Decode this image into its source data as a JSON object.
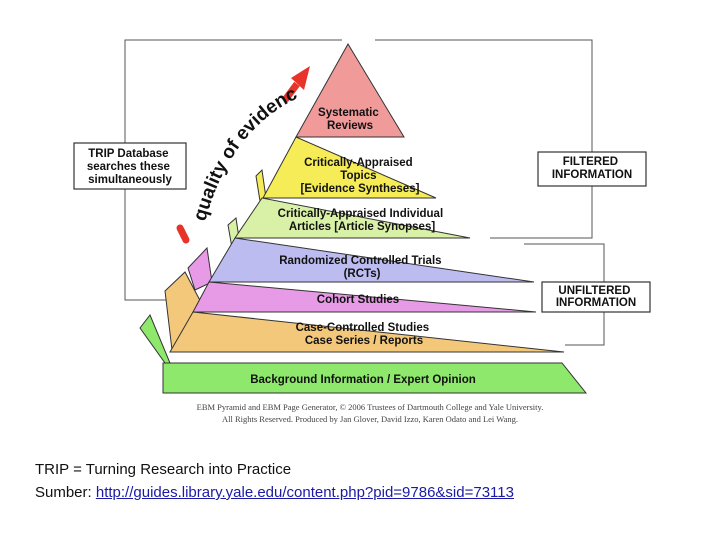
{
  "pyramid": {
    "levels": [
      {
        "id": "systematic",
        "lines": [
          "Systematic",
          "Reviews"
        ],
        "color": "#f09a9a"
      },
      {
        "id": "cat",
        "lines": [
          "Critically-Appraised",
          "Topics",
          "[Evidence Syntheses]"
        ],
        "color": "#f6ec57"
      },
      {
        "id": "cai",
        "lines": [
          "Critically-Appraised Individual",
          "Articles [Article Synopses]"
        ],
        "color": "#d9f0a7"
      },
      {
        "id": "rct",
        "lines": [
          "Randomized Controlled Trials",
          "(RCTs)"
        ],
        "color": "#bcbcf0"
      },
      {
        "id": "cohort",
        "lines": [
          "Cohort Studies"
        ],
        "color": "#e79be6"
      },
      {
        "id": "casecontrol",
        "lines": [
          "Case-Controlled Studies",
          "Case Series / Reports"
        ],
        "color": "#f3c87a"
      },
      {
        "id": "background",
        "lines": [
          "Background Information / Expert Opinion"
        ],
        "color": "#8ee86c"
      }
    ]
  },
  "labels": {
    "trip_box": [
      "TRIP Database",
      "searches these",
      "simultaneously"
    ],
    "filtered": [
      "FILTERED",
      "INFORMATION"
    ],
    "unfiltered": [
      "UNFILTERED",
      "INFORMATION"
    ],
    "quality_arrow": "quality of evidence"
  },
  "copyright": [
    "EBM Pyramid and EBM Page Generator, © 2006 Trustees of Dartmouth College and Yale University.",
    "All Rights Reserved. Produced by Jan Glover, David Izzo, Karen Odato and Lei Wang."
  ],
  "footer": {
    "line1": "TRIP = Turning Research into Practice",
    "line2_prefix": "Sumber: ",
    "link": "http://guides.library.yale.edu/content.php?pid=9786&sid=73113"
  },
  "colors": {
    "border": "#555555",
    "arrow": "#e8332b",
    "text": "#111111"
  }
}
